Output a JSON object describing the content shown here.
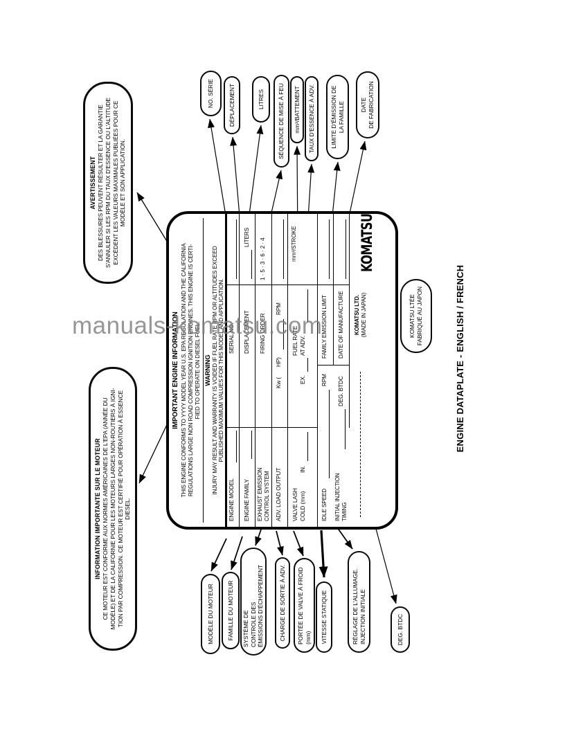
{
  "watermark": "manuals-komatsu.com",
  "caption": "ENGINE DATAPLATE - ENGLISH / FRENCH",
  "plate": {
    "title": "IMPORTANT ENGINE INFORMATION",
    "para": [
      "THIS ENGINE CONFORMS TO YYYY MODEL YEAR U.S. EPA REGULATION AND THE CALIFORNIA",
      "REGULATIONS LARGE NON ROAD COMPRESSION IGNITION ENGINES. THIS ENGINE IS CERTI-",
      "FIED TO OPERATE ON DIESEL FUEL."
    ],
    "warning_title": "WARNING",
    "warning": [
      "INJURY MAY RESULT AND WARRANTY IS VOIDED IF FUEL RATE RPM OR ALTITUDES EXCEED",
      "PUBLISHED MAXIMUM VALUES FOR THIS MODEL AND APPLICATION."
    ],
    "fields": {
      "engine_model": "ENGINE MODEL",
      "serial_no": "SERIAL NO.",
      "engine_family": "ENGINE FAMILY",
      "displacement": "DISPLACEMENT",
      "liters": "LITERS",
      "exhaust1": "EXHAUST EMISSION",
      "exhaust2": "CONTROL SYSTEM",
      "firing_order": "FIRING ORDER",
      "firing_order_value": "1 · 5 · 3 · 6 · 2 · 4",
      "adv_load": "ADV. LOAD OUTPUT",
      "kw": "Kw (",
      "hp": "HP)",
      "rpm": "RPM",
      "valve1": "VALVE LASH",
      "valve2": "COLD (mm)",
      "in_label": "IN.",
      "ex_label": "EX.",
      "fuel1": "FUEL RATE",
      "fuel2": "AT ADV.",
      "mm3_stroke": "mm³/STROKE",
      "idle_speed": "IDLE SPEED",
      "rpm2": "RPM",
      "family_emission": "FAMILY EMISSION LIMIT",
      "init1": "INITIAL INJECTION",
      "init2": "TIMING",
      "deg_btdc": "DEG. BTDC",
      "date_mfg": "DATE OF MANUFACTURE",
      "komatsu_ltd": "KOMATSU LTD.",
      "made_in_japan": "(MADE IN JAPAN)",
      "logo": "KOMATSU"
    }
  },
  "callouts": {
    "avertissement": {
      "title": "AVERTISSEMENT",
      "lines": [
        "DES BLESSURES PEUVENT RÉSULTER ET LA GARANTIE",
        "S'ANNULER SI LES RPM DU TAUX D'ESSENCE OU L'ALTITUDE",
        "EXCÈDENT LES VALEURS MAXIMALES PUBLIÉES POUR CE",
        "MODÈLE ET SON APPLICATION."
      ]
    },
    "info_moteur": {
      "title": "INFORMATION IMPORTANTE SUR LE MOTEUR",
      "lines": [
        "CE MOTEUR EST CONFORME AUX NORMES AMÉRICAINES DE L'EPA (ANNÉE DU",
        "MODÈLE) ET DE LA CALIFORNIE POUR LES MOTEURS LARGES NON-ROUTIERS À IGNI-",
        "TION PAR COMPRESSION. CE MOTEUR EST CERTIFIÉ POUR OPÉRATION À ESSENCE",
        "DIESEL."
      ]
    },
    "no_serie": {
      "lines": [
        "NO. SÉRIE"
      ]
    },
    "deplacement": {
      "lines": [
        "DÉPLACEMENT"
      ]
    },
    "litres": {
      "lines": [
        "LITRES"
      ]
    },
    "sequence": {
      "lines": [
        "SÉQUENCE DE MISE À FEU"
      ]
    },
    "battement": {
      "lines": [
        "mm³/BATTEMENT"
      ]
    },
    "taux": {
      "lines": [
        "TAUX D'ESSENCE  À ADV."
      ]
    },
    "limite": {
      "lines": [
        "LIMITE D'ÉMISSION DE",
        "LA FAMILLE"
      ]
    },
    "date_fab": {
      "lines": [
        "DATE",
        "DE FABRICATION"
      ]
    },
    "komatsu_ltee": {
      "lines": [
        "KOMATSU LTÉE",
        "FABRIQUÉ AU JAPON"
      ]
    },
    "modele": {
      "lines": [
        "MODÈLE DU MOTEUR"
      ]
    },
    "famille": {
      "lines": [
        "FAMILLE DU MOTEUR"
      ]
    },
    "systeme": {
      "lines": [
        "SYSTÈME DE",
        "CONTROLE DES",
        "ÉMISSIONS D'ÉCHAPPEMENT"
      ]
    },
    "charge": {
      "lines": [
        "CHARGE DE SORTIE À ADV."
      ]
    },
    "portee": {
      "lines": [
        "PORTÉE DE VALVE À FROID",
        "(mm)"
      ]
    },
    "vitesse": {
      "lines": [
        "VITESSE STATIQUE"
      ]
    },
    "reglage": {
      "lines": [
        "RÉGLAGE DE L'ALLUMAGE.",
        "INJECTION INITIALE"
      ]
    },
    "deg_btdc": {
      "lines": [
        "DEG. BTDC"
      ]
    }
  }
}
